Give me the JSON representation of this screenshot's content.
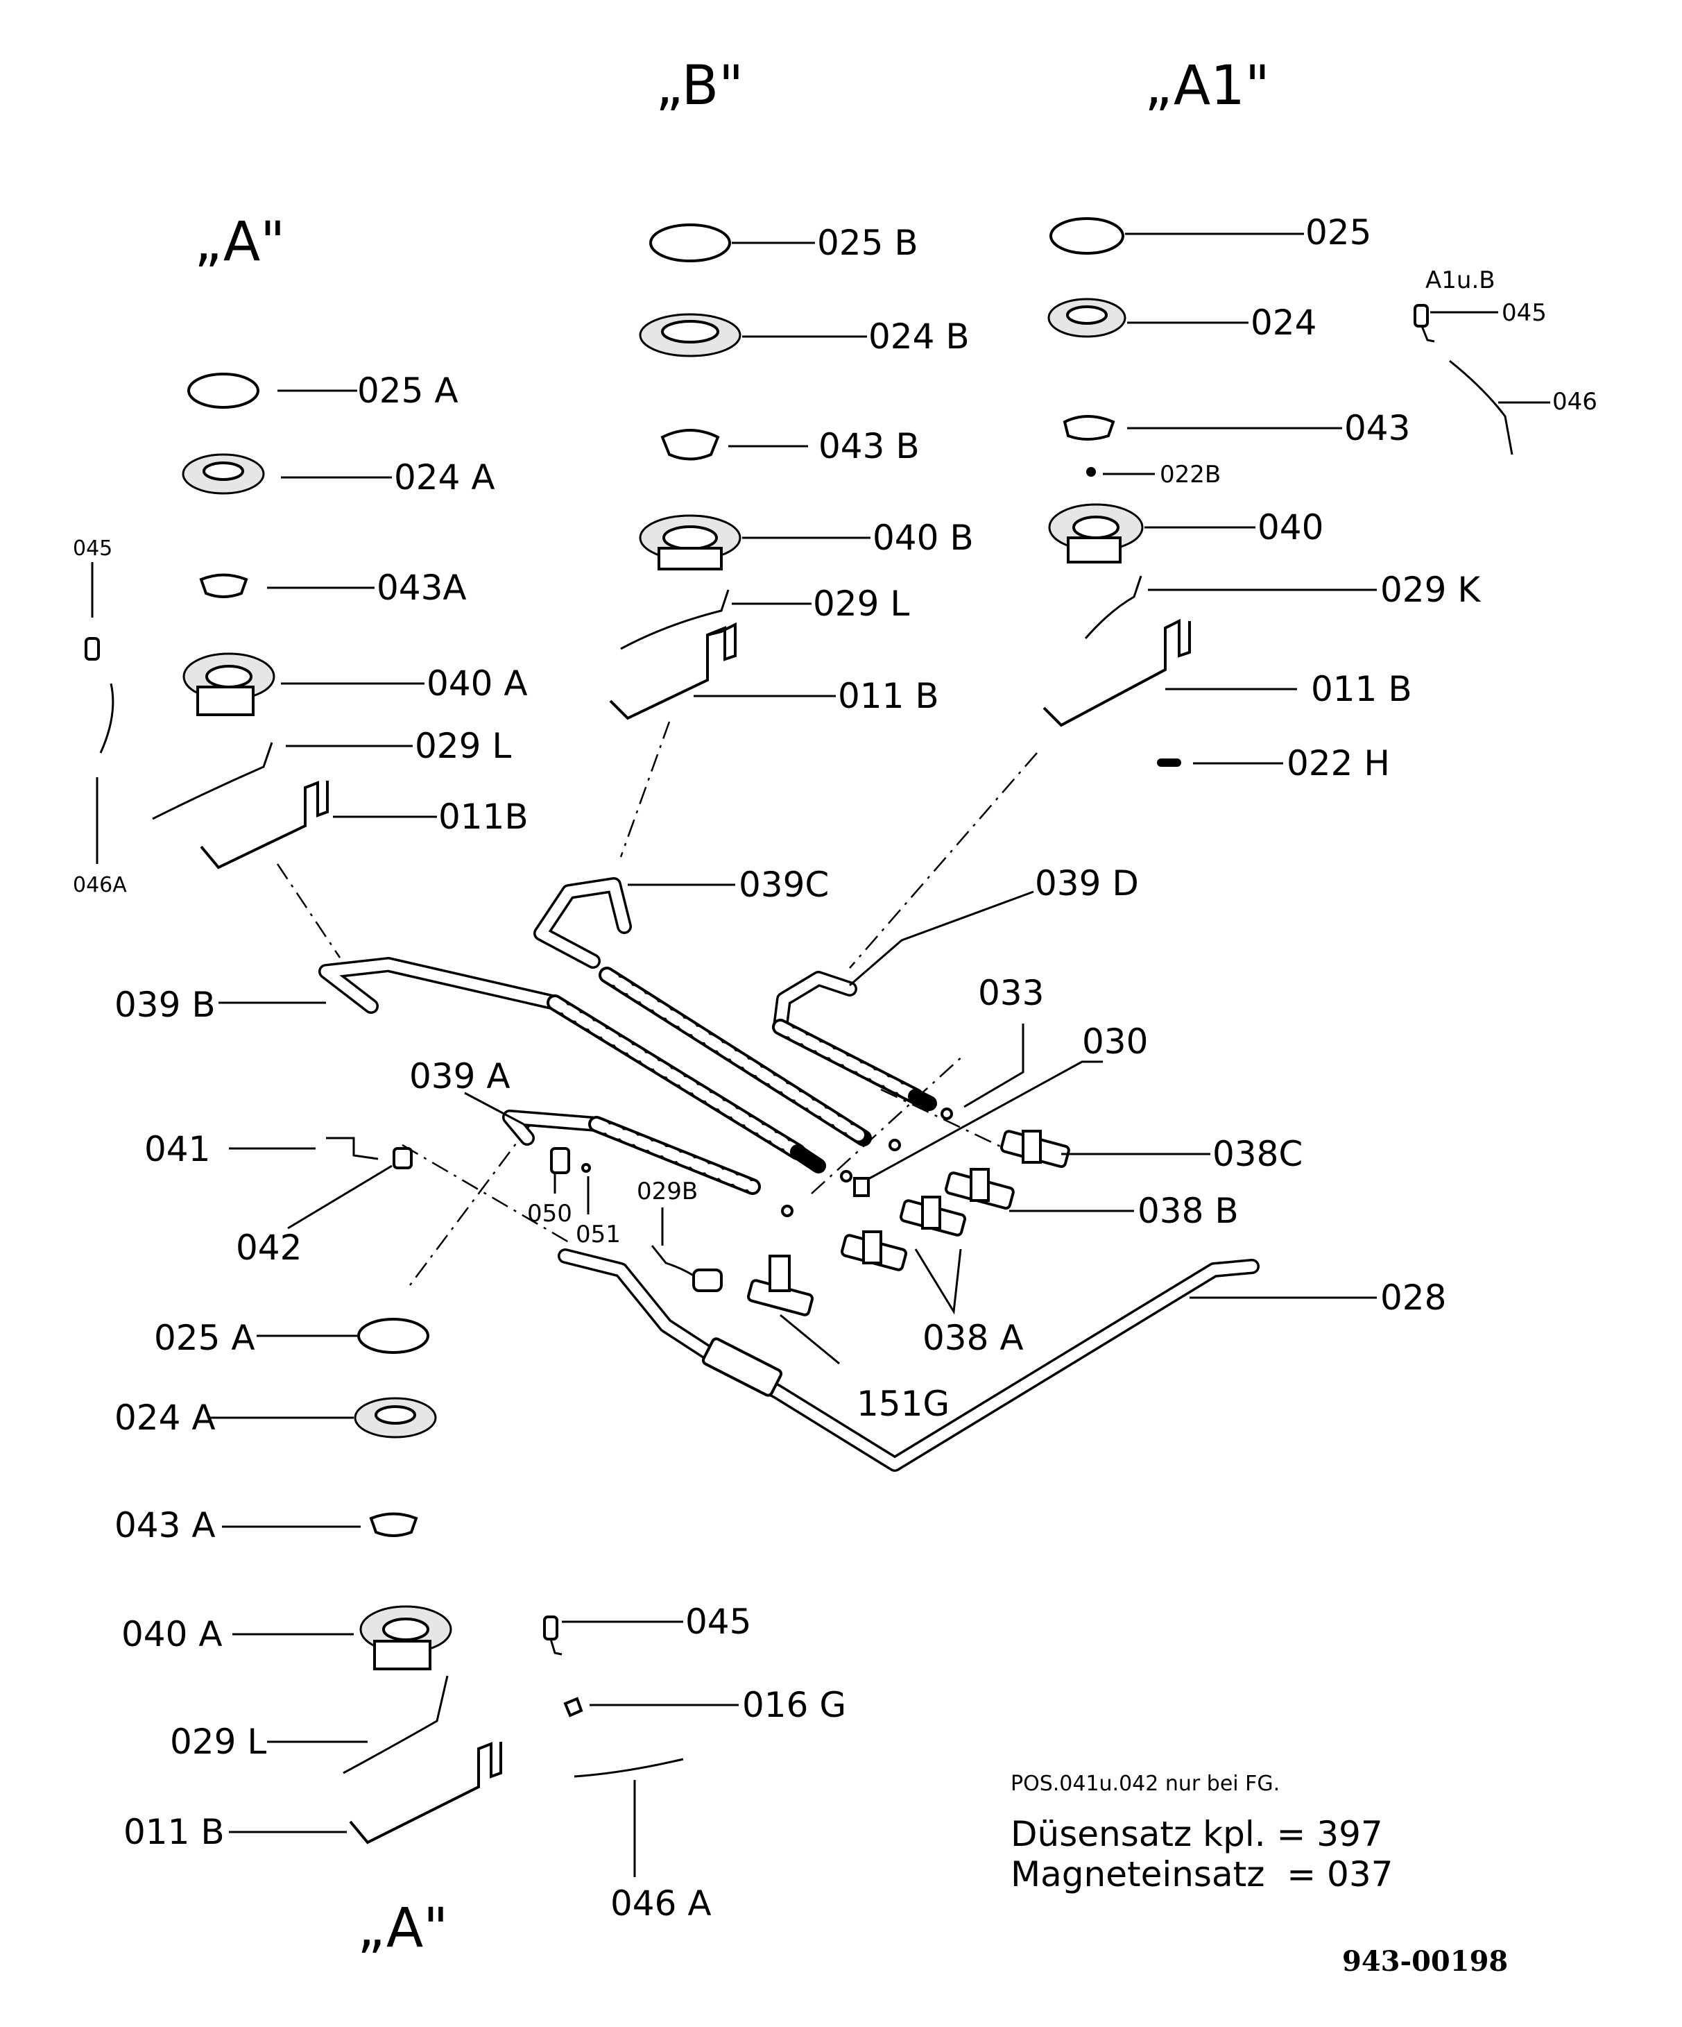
{
  "headings": {
    "group_a_top": "„A\"",
    "group_b": "„B\"",
    "group_a1": "„A1\"",
    "group_a_bottom": "„A\"",
    "a1_and_b": "A1u.B"
  },
  "labels": {
    "p025B": "025 B",
    "p024B": "024 B",
    "p043B": "043 B",
    "p040B": "040 B",
    "p029L_B": "029 L",
    "p011B_B": "011 B",
    "p025": "025",
    "p024": "024",
    "p043": "043",
    "p022B": "022B",
    "p040": "040",
    "p029K": "029 K",
    "p011B_A1": "011 B",
    "p022H": "022 H",
    "p045_A1": "045",
    "p046": "046",
    "p025A_top": "025 A",
    "p024A_top": "024 A",
    "p043A_top": "043A",
    "p040A_top": "040 A",
    "p029L_top": "029 L",
    "p011B_top": "011B",
    "p045_left": "045",
    "p046A_left": "046A",
    "p039B": "039 B",
    "p039C": "039C",
    "p039D": "039 D",
    "p033": "033",
    "p030": "030",
    "p039A": "039 A",
    "p041": "041",
    "p042": "042",
    "p050": "050",
    "p051": "051",
    "p029B": "029B",
    "p038C": "038C",
    "p038B": "038 B",
    "p038A": "038 A",
    "p028": "028",
    "p151G": "151G",
    "p025A_bot": "025 A",
    "p024A_bot": "024 A",
    "p043A_bot": "043 A",
    "p040A_bot": "040 A",
    "p029L_bot": "029 L",
    "p011B_bot": "011 B",
    "p045_bot": "045",
    "p016G": "016 G",
    "p046A_bot": "046 A"
  },
  "notes": {
    "pos_note": "POS.041u.042 nur bei FG.",
    "nozzle_set": "Düsensatz kpl. = 397",
    "magnet_insert": "Magneteinsatz  = 037",
    "doc_id": "943-00198"
  }
}
